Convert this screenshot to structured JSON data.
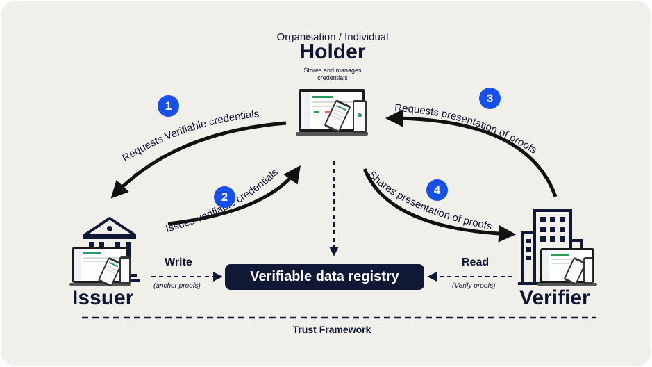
{
  "holder": {
    "org_label": "Organisation / Individual",
    "title": "Holder",
    "desc_line1": "Stores and manages",
    "desc_line2": "credentials"
  },
  "issuer": {
    "title": "Issuer"
  },
  "verifier": {
    "title": "Verifier"
  },
  "registry": {
    "label": "Verifiable data registry"
  },
  "steps": [
    {
      "number": "1",
      "label": "Requests Verifiable credentials"
    },
    {
      "number": "2",
      "label": "Issues verifiable credentials"
    },
    {
      "number": "3",
      "label": "Requests presentation of proofs"
    },
    {
      "number": "4",
      "label": "Shares presentation of proofs"
    }
  ],
  "write": {
    "label": "Write",
    "sub": "(anchor proofs)"
  },
  "read": {
    "label": "Read",
    "sub": "(Verify proofs)"
  },
  "trust_framework": "Trust Framework",
  "colors": {
    "background": "#f1efea",
    "navy": "#0f1835",
    "badge": "#1650e8",
    "arrow": "#111111"
  }
}
